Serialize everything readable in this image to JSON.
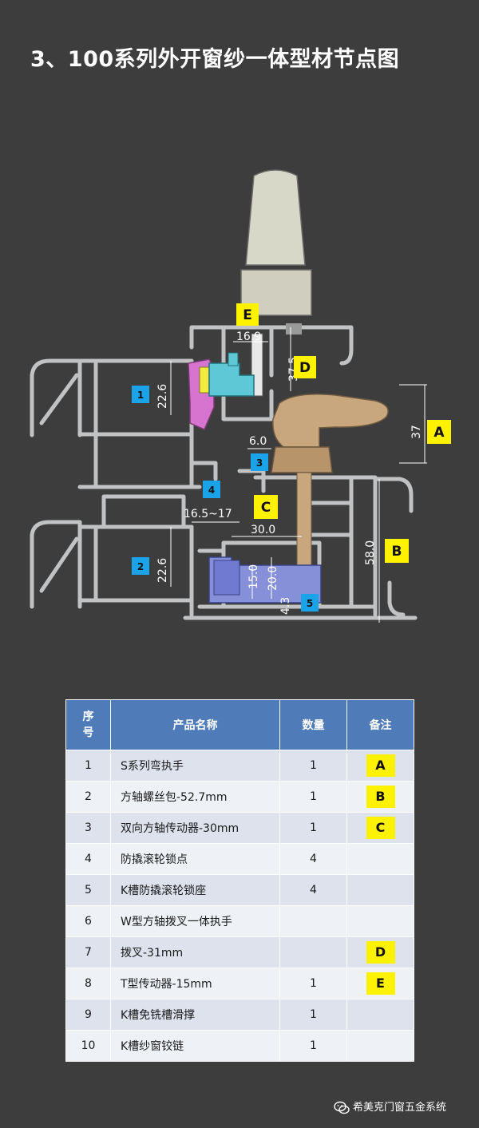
{
  "title": "3、100系列外开窗纱一体型材节点图",
  "diagram": {
    "letter_labels": [
      "A",
      "B",
      "C",
      "D",
      "E"
    ],
    "number_labels": [
      "1",
      "2",
      "3",
      "4",
      "5"
    ],
    "dimensions": {
      "d16_9": "16.9",
      "d37_5": "37.5",
      "d22_6a": "22.6",
      "d22_6b": "22.6",
      "d37": "37",
      "d6_0": "6.0",
      "d16_5_17": "16.5~17",
      "d30_0": "30.0",
      "d58_0": "58.0",
      "d15_0": "15.0",
      "d20_0": "20.0",
      "d4_3": "4.3"
    },
    "colors": {
      "profile": "#c0c2c4",
      "handle_top": "#d8d8c8",
      "handle_brown": "#c9a77e",
      "magenta": "#d774cf",
      "cyan": "#5fc8d6",
      "blue_block": "#8590d8",
      "label_yellow": "#fff200",
      "label_blue": "#1aa3e8"
    }
  },
  "table": {
    "headers": [
      "序\n号",
      "产品名称",
      "数量",
      "备注"
    ],
    "rows": [
      {
        "no": "1",
        "name": "S系列弯执手",
        "qty": "1",
        "note": "A"
      },
      {
        "no": "2",
        "name": "方轴螺丝包-52.7mm",
        "qty": "1",
        "note": "B"
      },
      {
        "no": "3",
        "name": "双向方轴传动器-30mm",
        "qty": "1",
        "note": "C"
      },
      {
        "no": "4",
        "name": "防撬滚轮锁点",
        "qty": "4",
        "note": ""
      },
      {
        "no": "5",
        "name": "K槽防撬滚轮锁座",
        "qty": "4",
        "note": ""
      },
      {
        "no": "6",
        "name": "W型方轴拨叉一体执手",
        "qty": "",
        "note": ""
      },
      {
        "no": "7",
        "name": "拨叉-31mm",
        "qty": "",
        "note": "D"
      },
      {
        "no": "8",
        "name": "T型传动器-15mm",
        "qty": "1",
        "note": "E"
      },
      {
        "no": "9",
        "name": "K槽免铣槽滑撑",
        "qty": "1",
        "note": ""
      },
      {
        "no": "10",
        "name": "K槽纱窗铰链",
        "qty": "1",
        "note": ""
      }
    ]
  },
  "footer": {
    "icon": "wechat-icon",
    "text": "希美克门窗五金系统"
  }
}
